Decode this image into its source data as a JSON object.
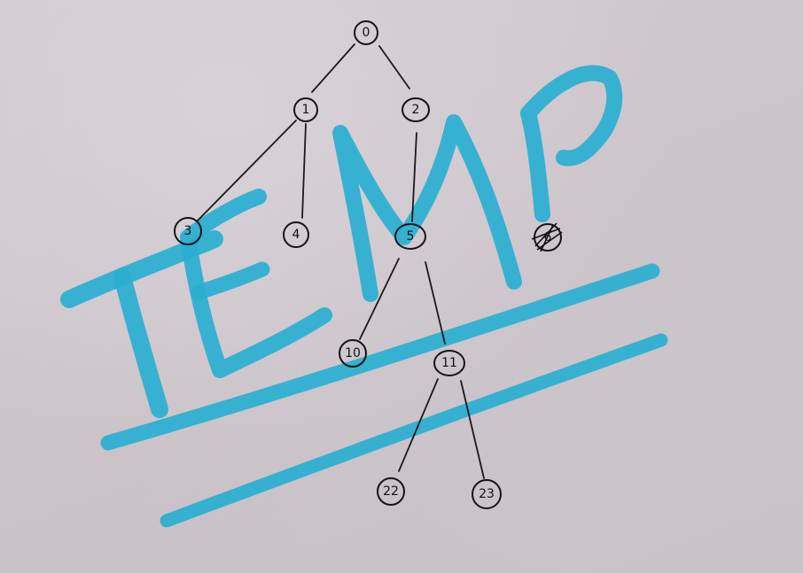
{
  "background_text": "TEMP",
  "colors": {
    "marker": "#29afd1",
    "ink": "#141414",
    "board": "#cfc8cd"
  },
  "tree": {
    "nodes": [
      {
        "id": "n0",
        "label": "0"
      },
      {
        "id": "n1",
        "label": "1"
      },
      {
        "id": "n2",
        "label": "2"
      },
      {
        "id": "n3",
        "label": "3"
      },
      {
        "id": "n4",
        "label": "4"
      },
      {
        "id": "n5",
        "label": "5"
      },
      {
        "id": "n6",
        "label": "6",
        "crossed_out": true
      },
      {
        "id": "n10",
        "label": "10"
      },
      {
        "id": "n11",
        "label": "11"
      },
      {
        "id": "n22",
        "label": "22"
      },
      {
        "id": "n23",
        "label": "23"
      }
    ],
    "edges": [
      [
        "n0",
        "n1"
      ],
      [
        "n0",
        "n2"
      ],
      [
        "n1",
        "n3"
      ],
      [
        "n1",
        "n4"
      ],
      [
        "n2",
        "n5"
      ],
      [
        "n5",
        "n10"
      ],
      [
        "n5",
        "n11"
      ],
      [
        "n11",
        "n22"
      ],
      [
        "n11",
        "n23"
      ]
    ]
  }
}
